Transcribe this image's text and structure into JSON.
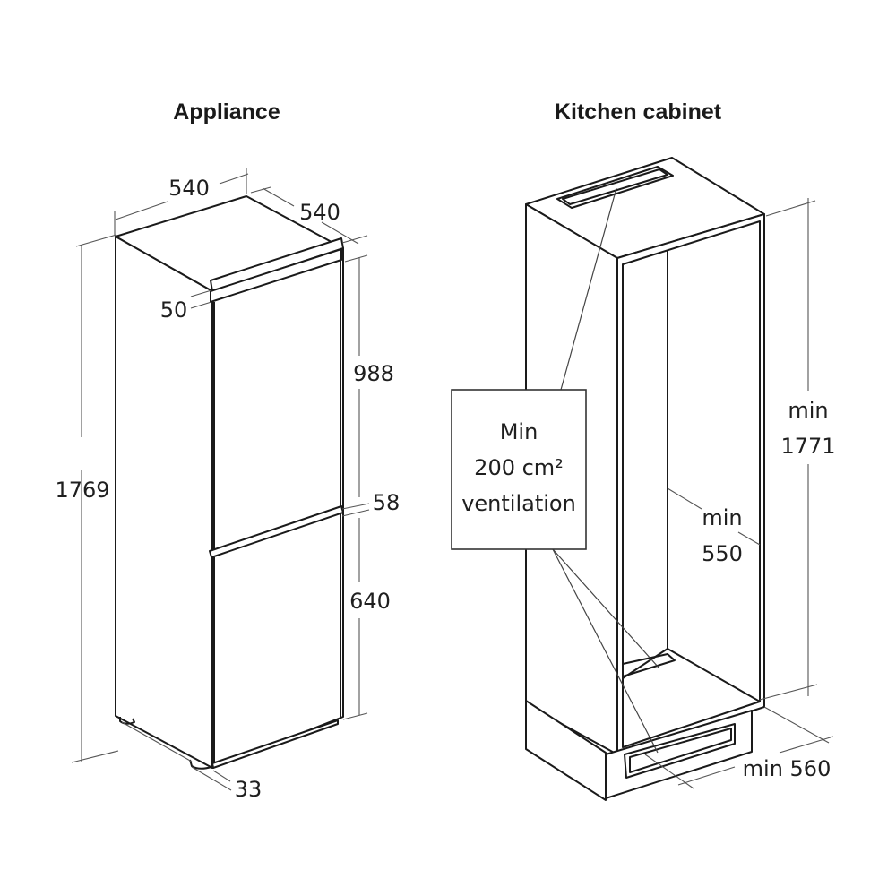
{
  "titles": {
    "appliance": "Appliance",
    "cabinet": "Kitchen cabinet"
  },
  "appliance": {
    "dimensions": {
      "width": "540",
      "depth": "540",
      "top_gap": "50",
      "upper_door_height": "988",
      "door_gap": "58",
      "lower_door_height": "640",
      "total_height": "1769",
      "bottom_offset": "33"
    }
  },
  "cabinet": {
    "ventilation_box": {
      "line1": "Min",
      "line2": "200 cm²",
      "line3": "ventilation"
    },
    "dimensions": {
      "height_label": "min",
      "height_value": "1771",
      "width_label": "min",
      "width_value": "550",
      "depth": "min 560"
    }
  },
  "colors": {
    "line": "#1a1a1a",
    "dimension_line": "#555555",
    "background": "#ffffff"
  }
}
